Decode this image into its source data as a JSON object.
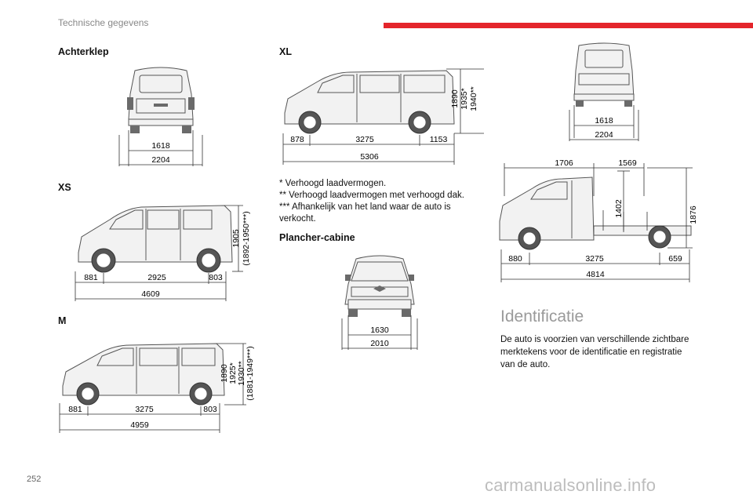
{
  "header": {
    "section_title": "Technische gegevens",
    "accent_color": "#e4252b"
  },
  "page_number": "252",
  "watermark": "carmanualsonline.info",
  "achterklep": {
    "title": "Achterklep",
    "width_inner": "1618",
    "width_total": "2204"
  },
  "xs": {
    "title": "XS",
    "front": "881",
    "wheelbase": "2925",
    "rear": "803",
    "length": "4609",
    "height_line1": "1905",
    "height_line2": "(1892-1950***)"
  },
  "m": {
    "title": "M",
    "front": "881",
    "wheelbase": "3275",
    "rear": "803",
    "length": "4959",
    "height_lines": [
      "1890",
      "1925*",
      "1930**",
      "(1881-1949***)"
    ]
  },
  "xl": {
    "title": "XL",
    "front": "878",
    "wheelbase": "3275",
    "rear": "1153",
    "length": "5306",
    "height_lines": [
      "1890",
      "1935*",
      "1940**"
    ]
  },
  "notes": {
    "n1": "* Verhoogd laadvermogen.",
    "n2": "** Verhoogd laadvermogen met verhoogd dak.",
    "n3a": "*** Afhankelijk van het land waar de auto is",
    "n3b": "verkocht."
  },
  "plancher": {
    "title": "Plancher-cabine",
    "width_inner": "1630",
    "width_total": "2010"
  },
  "cabine_rear": {
    "width_inner": "1618",
    "width_total": "2204"
  },
  "chassis": {
    "cab_length": "1706",
    "platform_length": "1569",
    "platform_height": "1402",
    "total_height": "1876",
    "front": "880",
    "wheelbase": "3275",
    "rear": "659",
    "length": "4814"
  },
  "identificatie": {
    "title": "Identificatie",
    "body_line1": "De auto is voorzien van verschillende zichtbare",
    "body_line2": "merktekens voor de identificatie en registratie",
    "body_line3": "van de auto."
  }
}
